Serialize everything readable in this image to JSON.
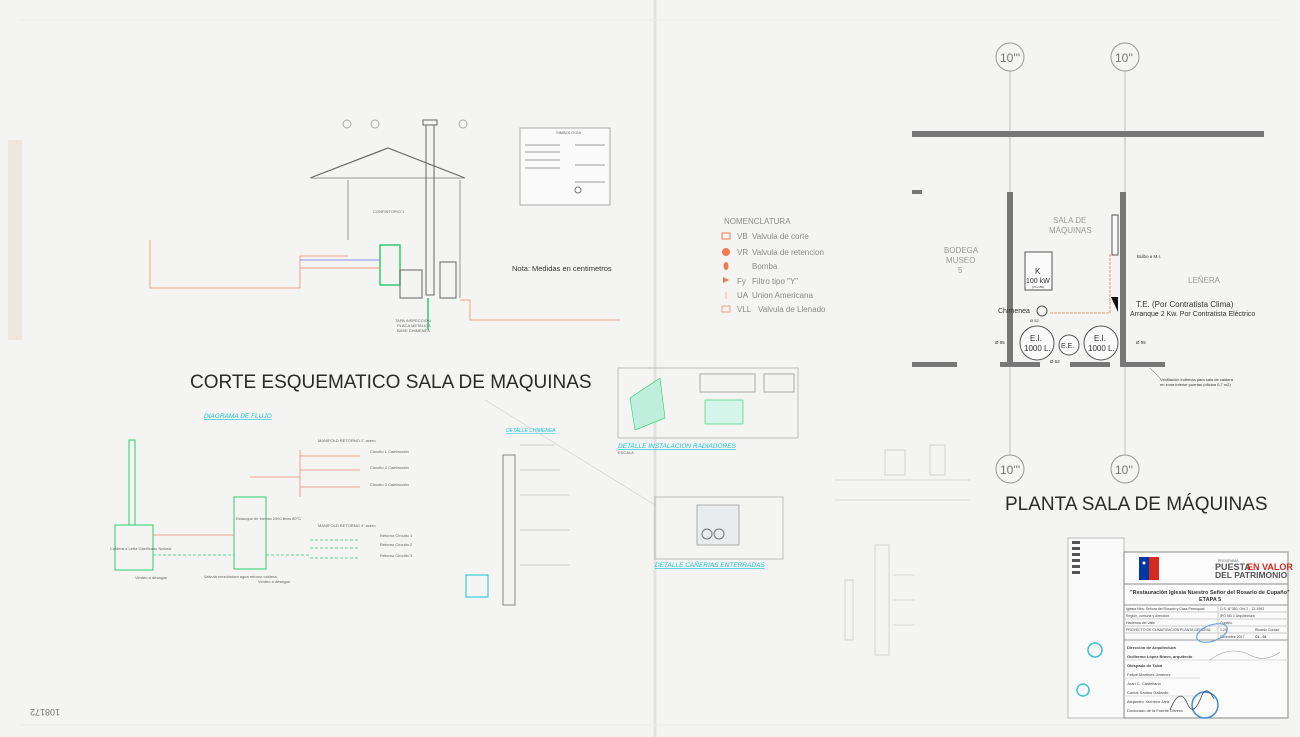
{
  "corte": {
    "title": "CORTE ESQUEMATICO SALA DE MAQUINAS",
    "room_label": "CONFINTORIO 1",
    "note": "Nota: Medidas en centimetros",
    "legend_title": "SIMBOLOGIA",
    "chimney_note": [
      "TAPA INSPECCION",
      "PLACA METALICA",
      "BASE CHIMENEA"
    ]
  },
  "nomenclatura": {
    "title": "NOMENCLATURA",
    "items": [
      {
        "code": "VB",
        "label": "Valvula de corte"
      },
      {
        "code": "VR",
        "label": "Valvula de retencion"
      },
      {
        "code": "",
        "label": "Bomba"
      },
      {
        "code": "Fy",
        "label": "Filtro tipo \"Y\""
      },
      {
        "code": "UA",
        "label": "Union Americana"
      },
      {
        "code": "VLL",
        "label": "Valvula de Llenado"
      }
    ],
    "accent": "#f07a50"
  },
  "flujo": {
    "title": "DIAGRAMA DE FLUJO",
    "manifold_supply": "MANIFOLD RETORNO 1\" acero",
    "manifold_return": "MANIFOLD RETORNO 4\" acero",
    "circuits": [
      "Circuito 1 Calefacción",
      "Circuito 2 Calefacción",
      "Circuito 3 Calefacción"
    ],
    "returns": [
      "Retorno Circuito 1",
      "Retorno Circuito 2",
      "Retorno Circuito 3"
    ],
    "boiler": "Caldera a Leña Gasificado Natural",
    "tank": "Estanque de Inercia 2000 litros 80°C",
    "drain1": "Venteo a desague",
    "drain2": "Venteo a desague",
    "valve": "Valvula mezcladora agua retorno caldera"
  },
  "details": {
    "chimenea": "DETALLE CHIMENEA",
    "radiadores": "DETALLE INSTALACION RADIADORES",
    "canerias": "DETALLE CAÑERIAS ENTERRADAS",
    "scale": "ESCALA"
  },
  "planta": {
    "title": "PLANTA SALA DE MÁQUINAS",
    "grid_a": "10'''",
    "grid_b": "10''",
    "bodega": [
      "BODEGA",
      "MUSEO",
      "5"
    ],
    "sala": [
      "SALA DE",
      "MÁQUINAS"
    ],
    "lenera": "LEÑERA",
    "boiler": [
      "K",
      "100 kW",
      "(70+155)"
    ],
    "chimenea": "Chimenea",
    "tank_left": [
      "E.I.",
      "1000 L."
    ],
    "tank_right": [
      "E.I.",
      "1000 L."
    ],
    "expansion": "E.E.",
    "te": "T.E. (Por Contratista Clima)",
    "arranque": "Arranque 2 Kw. Por Contratista Eléctrico",
    "bulbo": "Bulbo a M.I.",
    "d95a": "Ø 95",
    "d95b": "Ø 95",
    "d52": "Ø 52",
    "d52b": "Ø 52",
    "ventilacion": [
      "Ventilación indirecta para sala de caldera",
      "en zona inferior puertas (oficina 0,7 m2)"
    ]
  },
  "title_block": {
    "brand_top": "PROGRAMA",
    "brand_1": "PUESTA",
    "brand_2": "EN VALOR",
    "brand_3": "DEL PATRIMONIO",
    "project": "\"Restauración Iglesia Nuestro Señor del Rosario de Cupaño\"",
    "stage": "ETAPA 5",
    "rows": [
      [
        "Iglesia Ntra. Señora del Rosario y Casa Parroquial",
        "D.S. N°350, Ord 2 - 12-1993"
      ],
      [
        "Región, comuna y dirección",
        "IPO ND 1 Arquitectura"
      ],
      [
        "Hacienda del Valle",
        "Cupaño"
      ],
      [
        "PROYECTO DE CLIMATIZACION PLANTA GENERAL",
        "1:20",
        "Ricardo Condor"
      ],
      [
        "",
        "Diciembre 2017",
        "C1 - 01"
      ]
    ],
    "people": [
      "Dirección de Arquitectura",
      "Guillermo López Bravo, arquitecto",
      "Obispado de Talca",
      "Felipe Martínez Jiménez",
      "Juan C. Castellano",
      "Carlos Santos Gallardo",
      "Alejandro Yacheco Jara",
      "Doctorado de la Fuente Olivera"
    ],
    "flag_red": "#d52b1e",
    "flag_blue": "#0039a6"
  },
  "margin_stamp": "108172"
}
